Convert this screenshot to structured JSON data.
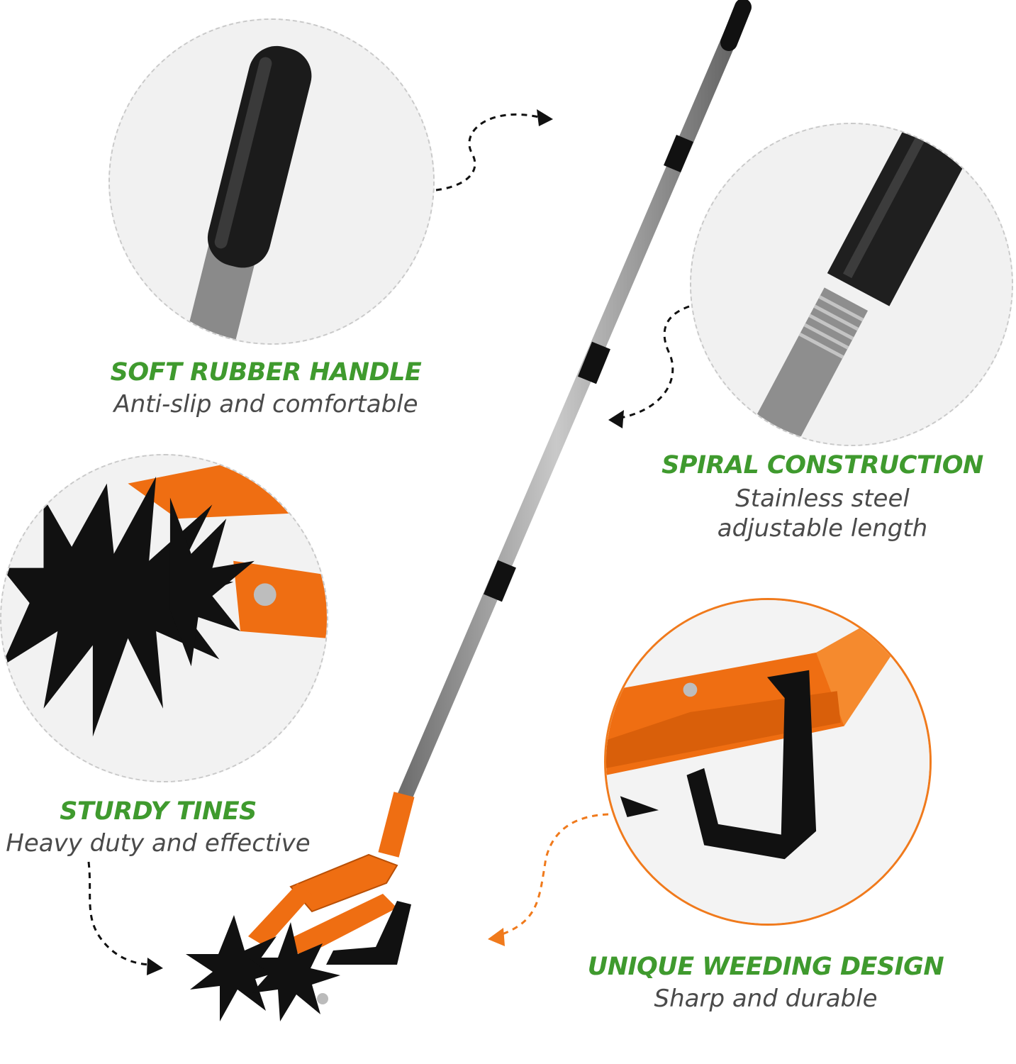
{
  "features": [
    {
      "title": "SOFT RUBBER HANDLE",
      "subtitle": "Anti-slip and comfortable",
      "icon": "rubber-handle-closeup"
    },
    {
      "title": "SPIRAL CONSTRUCTION",
      "subtitle_lines": [
        "Stainless steel",
        "adjustable length"
      ],
      "icon": "spiral-joint-closeup"
    },
    {
      "title": "STURDY TINES",
      "subtitle": "Heavy duty and effective",
      "icon": "tines-closeup"
    },
    {
      "title": "UNIQUE WEEDING DESIGN",
      "subtitle": "Sharp and durable",
      "icon": "weeding-blade-closeup"
    }
  ],
  "colors": {
    "title_green": "#3f9a2e",
    "subtitle_gray": "#4a4a4a",
    "accent_orange": "#f07a1c",
    "dashed_border": "#c9c9c9"
  }
}
